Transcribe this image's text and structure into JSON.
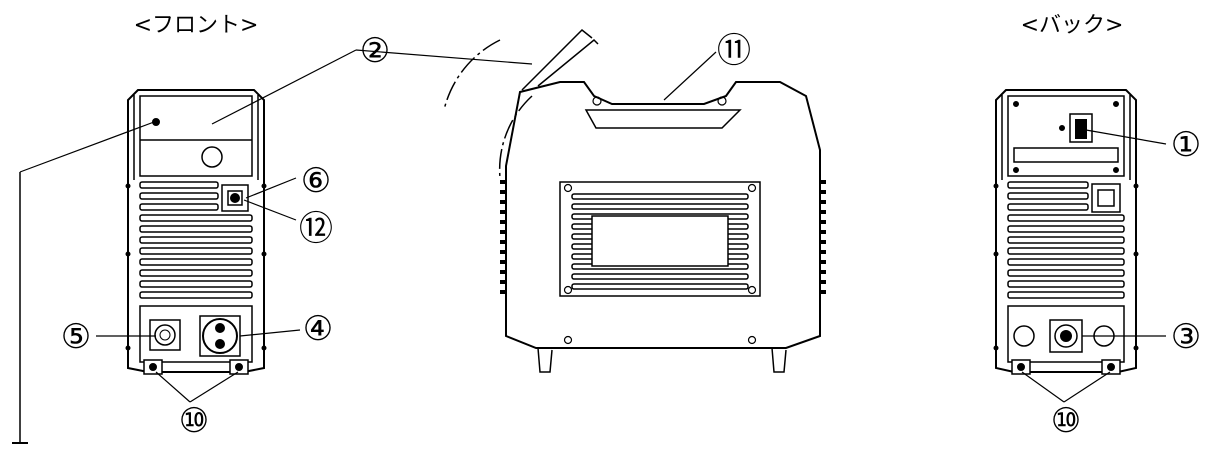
{
  "views": {
    "front_title": "<フロント>",
    "back_title": "<バック>"
  },
  "callouts": {
    "c1": "①",
    "c2": "②",
    "c3": "③",
    "c4": "④",
    "c5": "⑤",
    "c6": "⑥",
    "c10_front": "⑩",
    "c10_back": "⑩",
    "c11": "⑪",
    "c12": "⑫"
  },
  "colors": {
    "line": "#000000",
    "background": "#ffffff"
  }
}
